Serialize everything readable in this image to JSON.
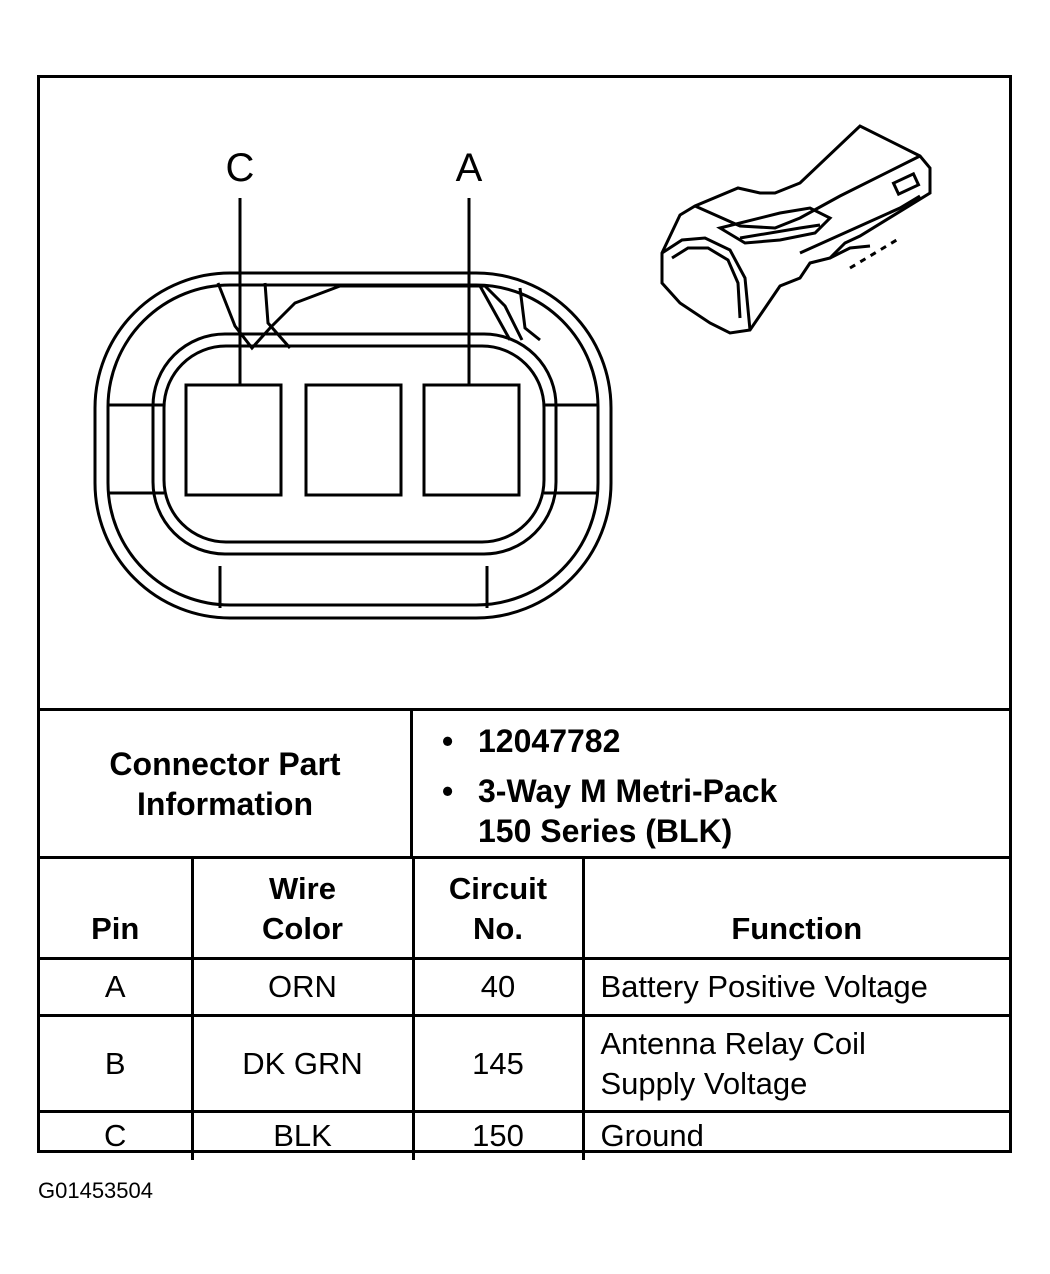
{
  "diagram": {
    "pin_labels": [
      "C",
      "A"
    ]
  },
  "connector_info": {
    "label_line1": "Connector Part",
    "label_line2": "Information",
    "part_number": "12047782",
    "description_line1": "3-Way M Metri-Pack",
    "description_line2": "150 Series (BLK)"
  },
  "pin_table": {
    "headers": {
      "pin": "Pin",
      "wire_color_line1": "Wire",
      "wire_color_line2": "Color",
      "circuit_line1": "Circuit",
      "circuit_line2": "No.",
      "function": "Function"
    },
    "rows": [
      {
        "pin": "A",
        "wire_color": "ORN",
        "circuit": "40",
        "function_line1": "Battery Positive Voltage",
        "function_line2": ""
      },
      {
        "pin": "B",
        "wire_color": "DK GRN",
        "circuit": "145",
        "function_line1": "Antenna Relay Coil",
        "function_line2": "Supply Voltage"
      },
      {
        "pin": "C",
        "wire_color": "BLK",
        "circuit": "150",
        "function_line1": "Ground",
        "function_line2": ""
      }
    ]
  },
  "figure_id": "G01453504"
}
